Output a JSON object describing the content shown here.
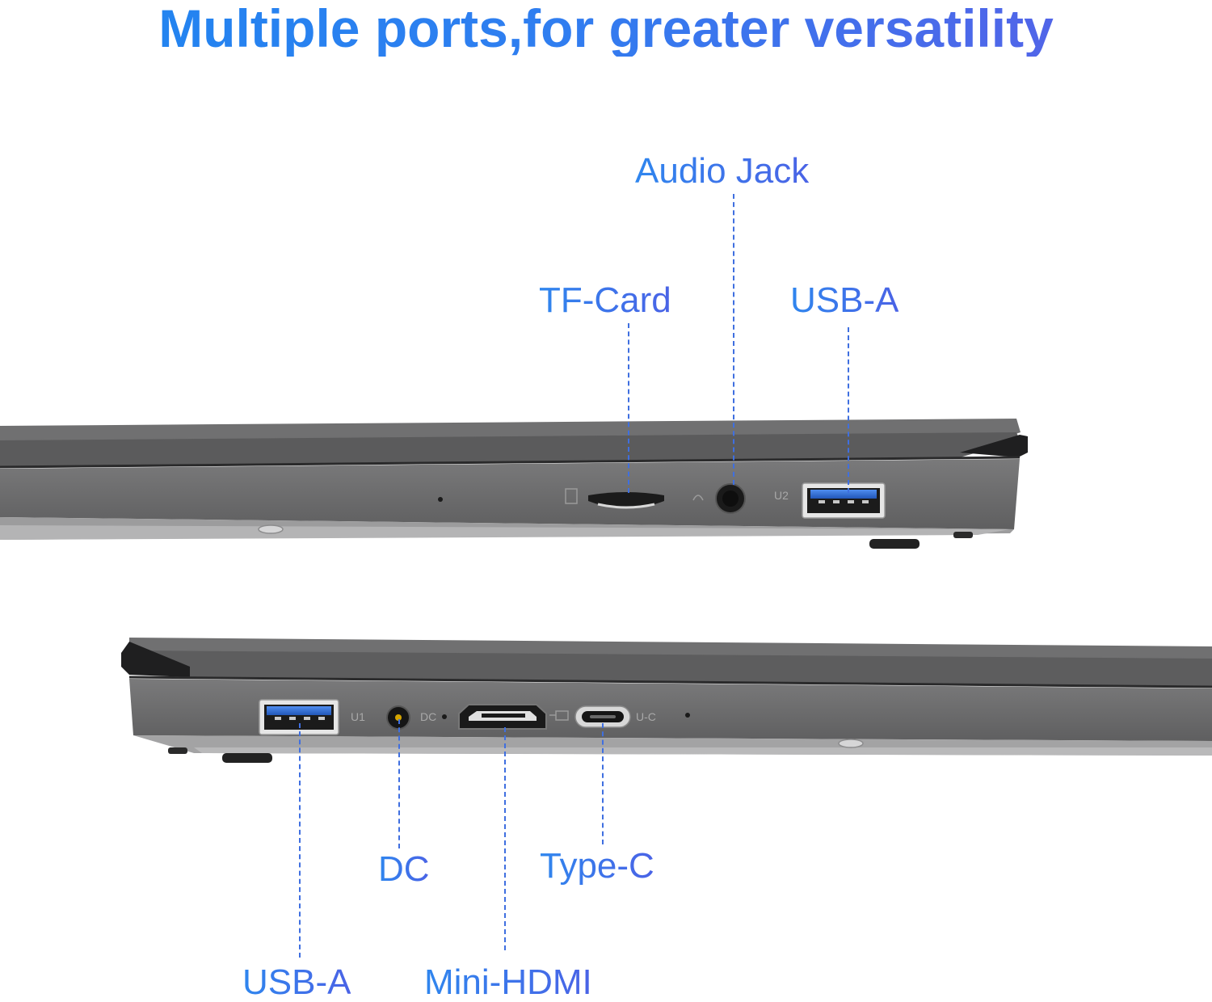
{
  "headline": "Multiple ports,for greater versatility",
  "right_side": {
    "labels": {
      "audio_jack": "Audio Jack",
      "tf_card": "TF-Card",
      "usb_a": "USB-A"
    },
    "engraved": {
      "usb_port_number": "U2"
    }
  },
  "left_side": {
    "labels": {
      "usb_a": "USB-A",
      "dc": "DC",
      "mini_hdmi": "Mini-HDMI",
      "type_c": "Type-C"
    },
    "engraved": {
      "usb_port_number": "U1",
      "dc": "DC",
      "type_c": "U-C"
    }
  },
  "colors": {
    "label_blue": "#2f7ef0",
    "label_violet": "#5b5de6",
    "chassis_grey": "#6f6f70",
    "usb_blue": "#2d6ed6"
  }
}
